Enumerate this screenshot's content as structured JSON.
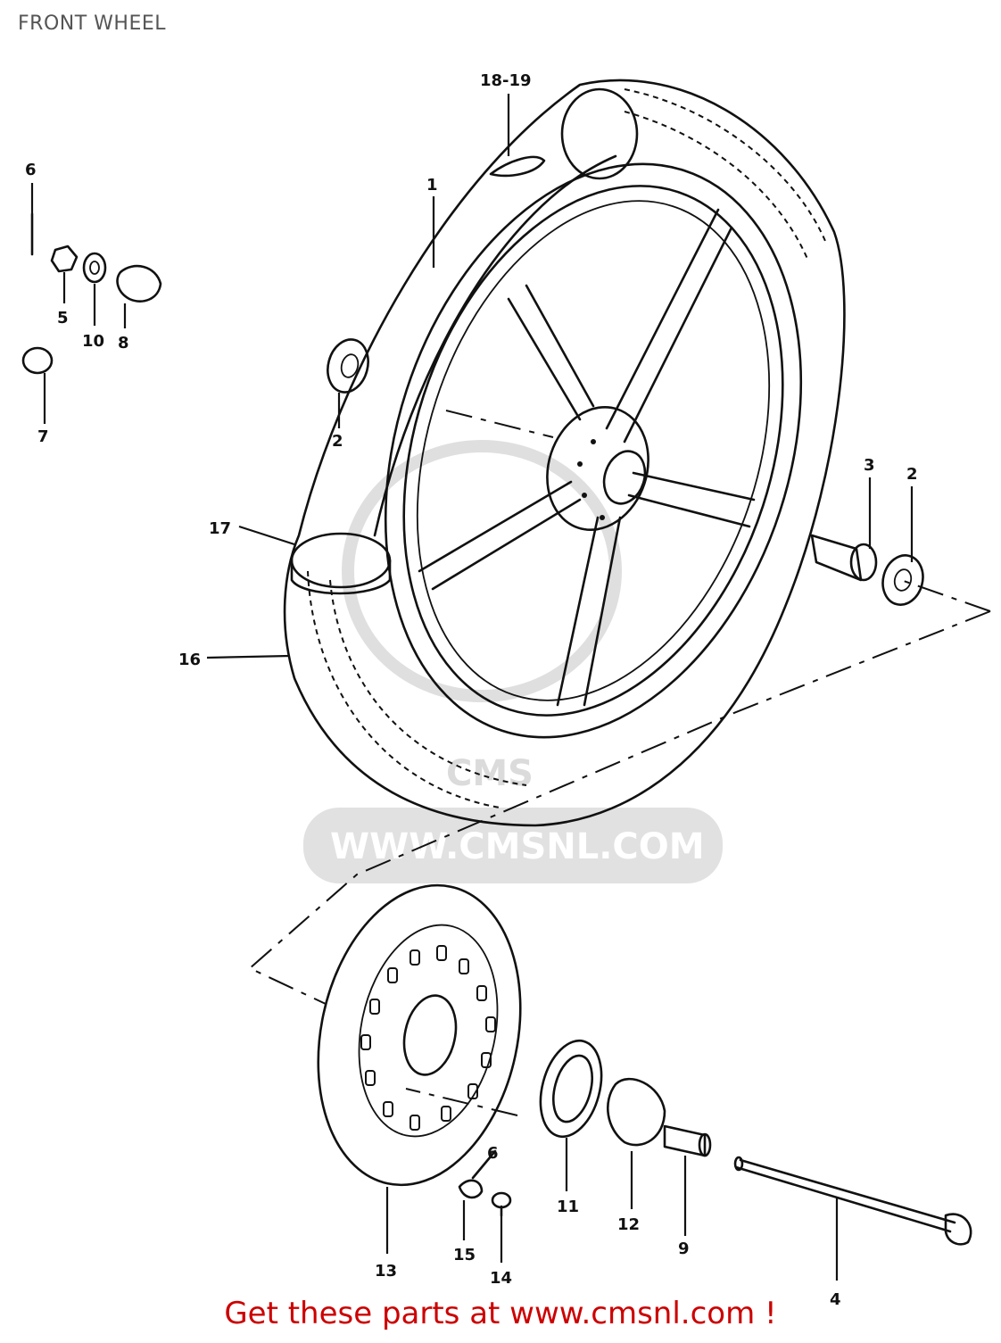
{
  "header": {
    "title": "FRONT WHEEL"
  },
  "footer": {
    "text": "Get these parts at www.cmsnl.com !"
  },
  "watermark": {
    "text": "WWW.CMSNL.COM",
    "logo": "CMS"
  },
  "colors": {
    "footer_text": "#cc0000",
    "line": "#111111",
    "watermark": "#d6d6d6",
    "title": "#555555"
  },
  "callouts": {
    "c1": "1",
    "c2a": "2",
    "c2b": "2",
    "c3": "3",
    "c4": "4",
    "c5": "5",
    "c6a": "6",
    "c6b": "6",
    "c7": "7",
    "c8": "8",
    "c9": "9",
    "c10": "10",
    "c11": "11",
    "c12": "12",
    "c13": "13",
    "c14": "14",
    "c15": "15",
    "c16": "16",
    "c17": "17",
    "c18_19": "18-19"
  }
}
